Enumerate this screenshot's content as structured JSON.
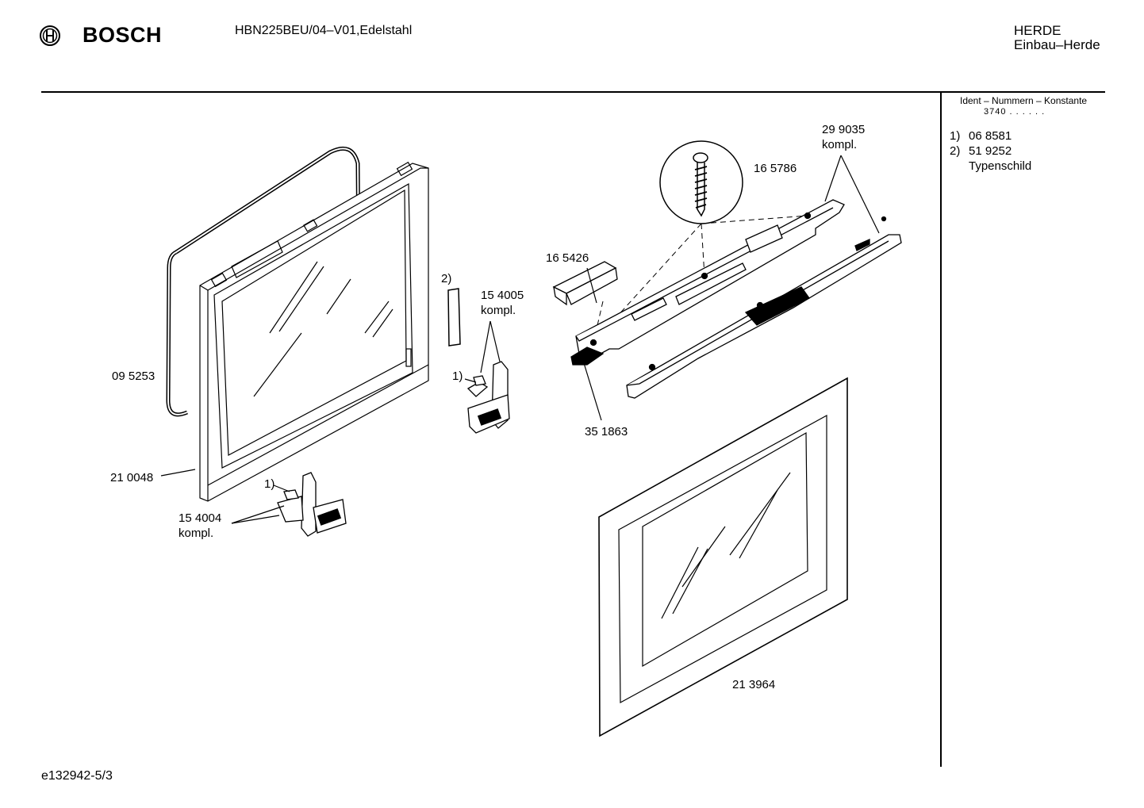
{
  "header": {
    "brand": "BOSCH",
    "model": "HBN225BEU/04–V01,Edelstahl",
    "category_1": "HERDE",
    "category_2": "Einbau–Herde"
  },
  "sidebar": {
    "title": "Ident – Nummern – Konstante",
    "constant": "3740  .  .  .  .  .  .",
    "notes": [
      {
        "key": "1)",
        "value": "06 8581"
      },
      {
        "key": "2)",
        "value": "51 9252"
      }
    ],
    "note_extra": "Typenschild"
  },
  "parts": {
    "p095253": "09 5253",
    "p210048": "21 0048",
    "p154004": "15 4004",
    "p154004_sub": "kompl.",
    "p154005": "15 4005",
    "p154005_sub": "kompl.",
    "p165426": "16 5426",
    "p165786": "16 5786",
    "p299035": "29 9035",
    "p299035_sub": "kompl.",
    "p351863": "35 1863",
    "p213964": "21 3964",
    "ref1a": "1)",
    "ref1b": "1)",
    "ref2": "2)"
  },
  "footer": {
    "code": "e132942-5/3"
  },
  "icons": {
    "logo": "bosch-armature-logo-icon"
  }
}
